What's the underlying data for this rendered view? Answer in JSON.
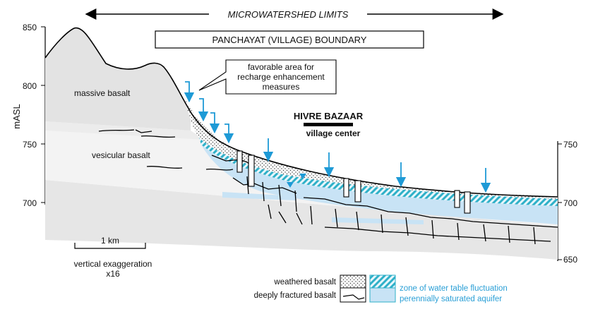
{
  "title_banner": "MICROWATERSHED LIMITS",
  "boundary_label": "PANCHAYAT (VILLAGE) BOUNDARY",
  "callout": [
    "favorable area for",
    "recharge enhancement",
    "measures"
  ],
  "village_name": "HIVRE BAZAAR",
  "village_sub": "village center",
  "units": {
    "label": "mASL"
  },
  "left_axis_ticks": [
    "850",
    "800",
    "750",
    "700"
  ],
  "right_axis_ticks": [
    "750",
    "700",
    "650"
  ],
  "rock_labels": {
    "massive": "massive basalt",
    "vesicular": "vesicular basalt"
  },
  "scale_bar": {
    "label": "1 km",
    "exaggeration_line1": "vertical exaggeration",
    "exaggeration_line2": "x16"
  },
  "legend": {
    "weathered": "weathered basalt",
    "fractured": "deeply fractured basalt",
    "fluctuation": "zone of water table fluctuation",
    "saturated": "perennially saturated aquifer"
  },
  "colors": {
    "arrow_blue": "#1e9ad6",
    "water_light": "#c8e3f5",
    "water_hatch": "#2fb0c8",
    "rock_gray": "#e3e3e3",
    "rock_light": "#f1f1f1"
  }
}
